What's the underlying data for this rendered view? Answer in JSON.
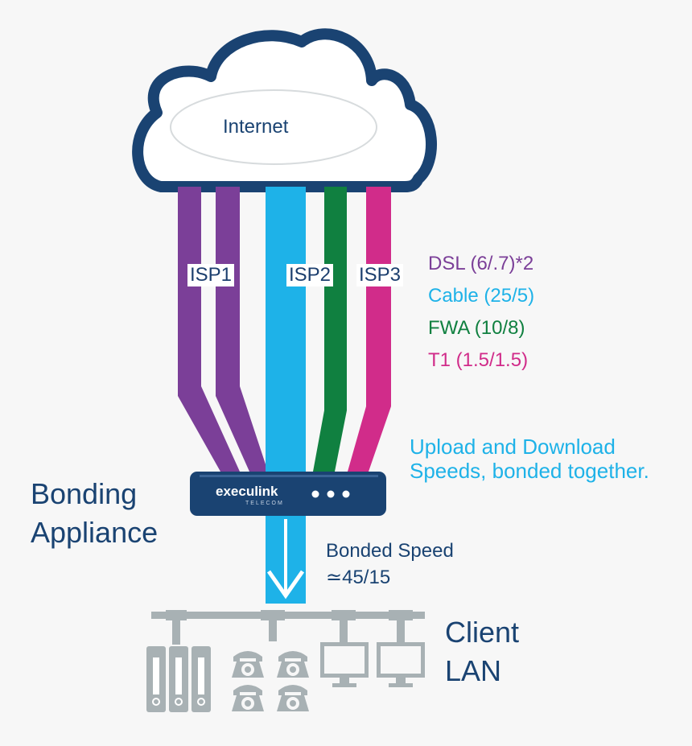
{
  "cloud": {
    "label": "Internet"
  },
  "isp_labels": [
    "ISP1",
    "ISP2",
    "ISP3"
  ],
  "connections": [
    {
      "label": "DSL (6/.7)*2",
      "color": "#7b3f98"
    },
    {
      "label": "Cable (25/5)",
      "color": "#1eb2e8"
    },
    {
      "label": "FWA (10/8)",
      "color": "#108040"
    },
    {
      "label": "T1 (1.5/1.5)",
      "color": "#d12c8a"
    }
  ],
  "bonded_note": "Upload and Download Speeds, bonded together.",
  "appliance": {
    "title": "Bonding Appliance",
    "brand": "execulink",
    "brand_sub": "TELECOM"
  },
  "bonded_speed": {
    "label": "Bonded Speed",
    "symbol": "≃",
    "value": "45/15"
  },
  "client_lan": {
    "label": "Client LAN"
  },
  "colors": {
    "navy": "#1a4372",
    "dsl": "#7b3f98",
    "cable": "#1eb2e8",
    "fwa": "#108040",
    "t1": "#d12c8a",
    "device_gray": "#a8b1b4",
    "background": "#f7f7f7"
  },
  "icons": [
    "cloud-icon",
    "server-icon",
    "telephone-icon",
    "monitor-icon",
    "down-arrow-icon"
  ]
}
